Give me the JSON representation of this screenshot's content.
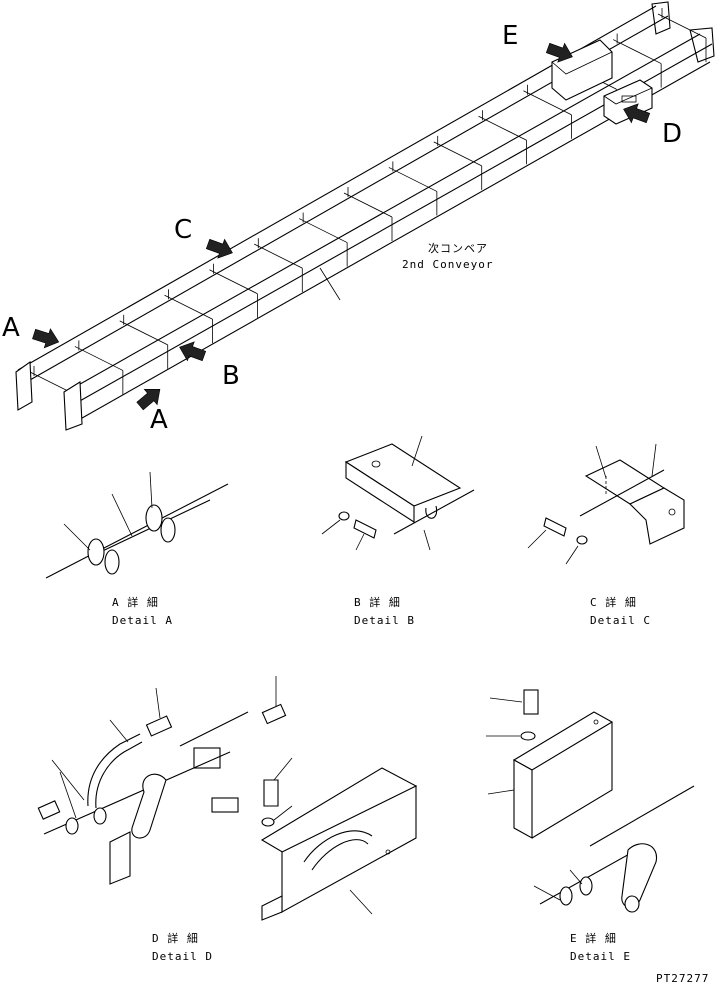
{
  "callouts": {
    "a1": "A",
    "a2": "A",
    "b": "B",
    "c": "C",
    "d": "D",
    "e": "E"
  },
  "conveyor_label": {
    "jp": "次コンベア",
    "en": "2nd Conveyor"
  },
  "details": {
    "a": {
      "jp": "A 詳 細",
      "en": "Detail A"
    },
    "b": {
      "jp": "B 詳 細",
      "en": "Detail B"
    },
    "c": {
      "jp": "C 詳 細",
      "en": "Detail C"
    },
    "d": {
      "jp": "D 詳 細",
      "en": "Detail D"
    },
    "e": {
      "jp": "E 詳 細",
      "en": "Detail E"
    }
  },
  "drawing_number": "PT27277"
}
